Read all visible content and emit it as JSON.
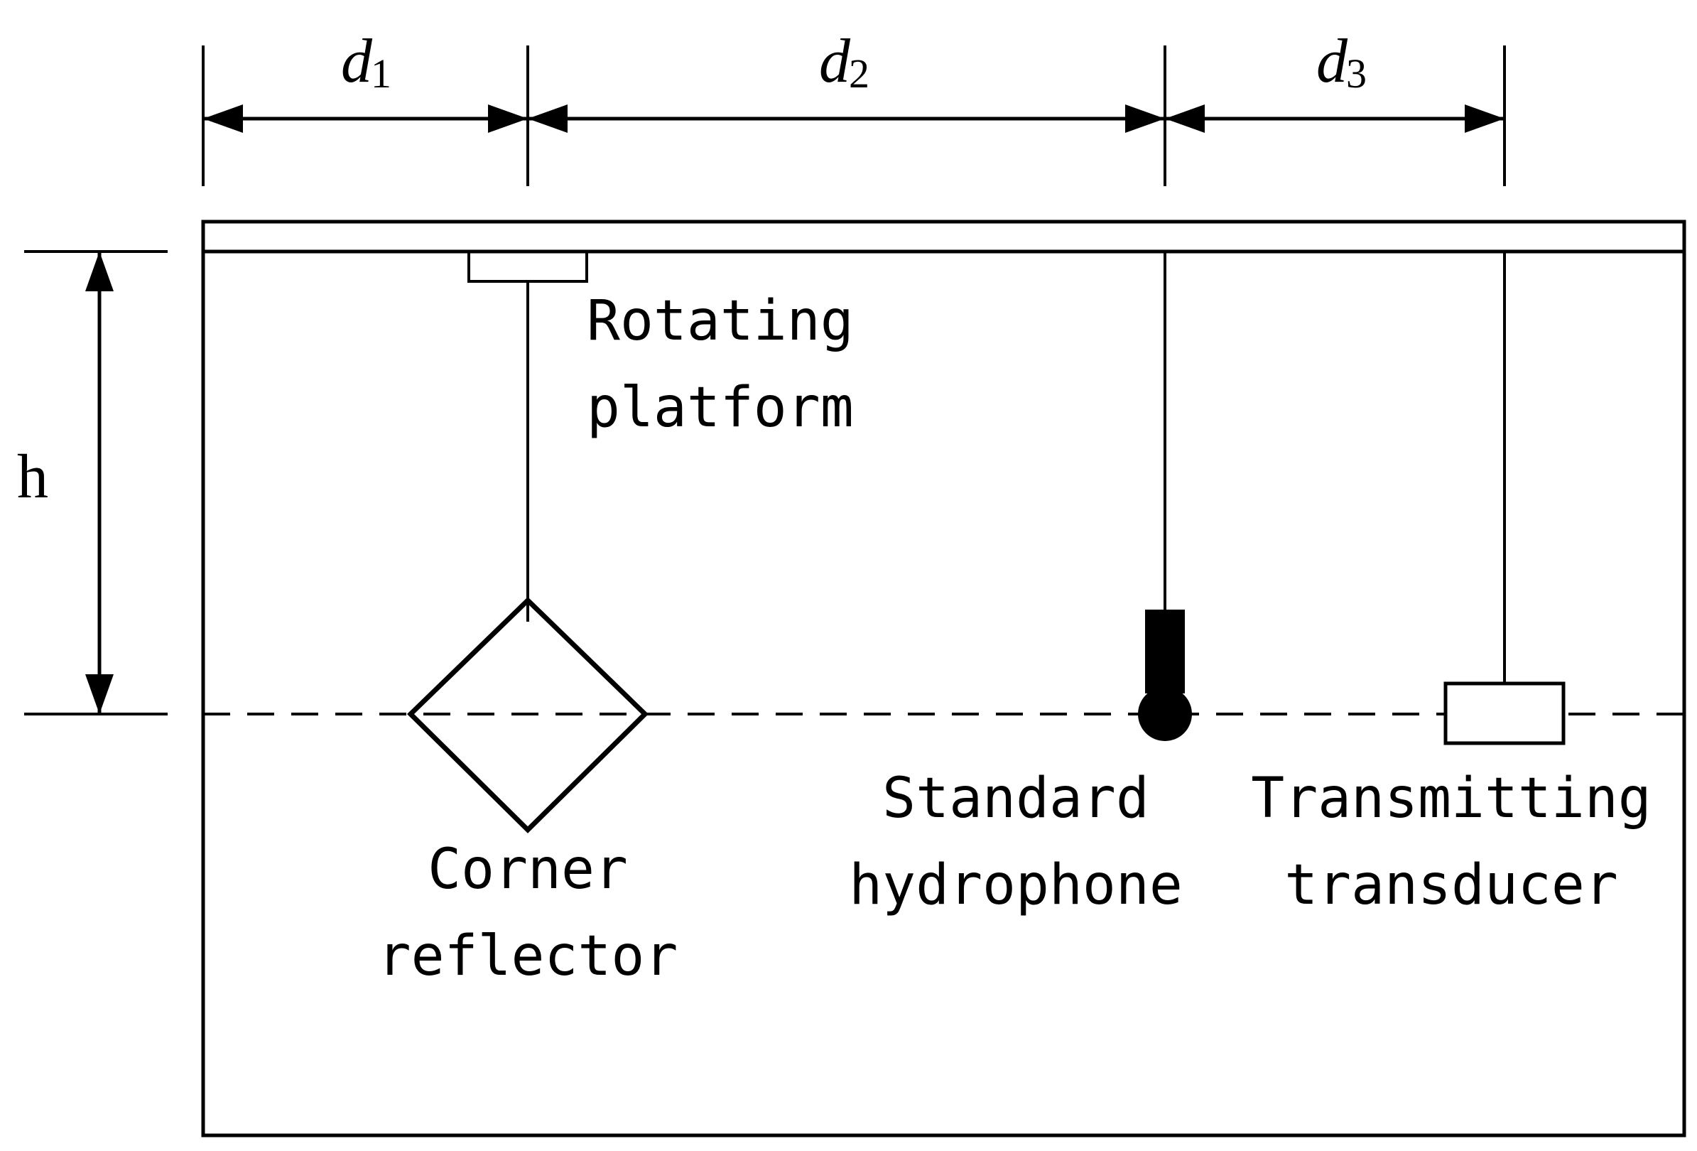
{
  "dimensions": {
    "d1": {
      "letter": "d",
      "sub": "1"
    },
    "d2": {
      "letter": "d",
      "sub": "2"
    },
    "d3": {
      "letter": "d",
      "sub": "3"
    },
    "h": "h"
  },
  "labels": {
    "rotating_platform": [
      "Rotating",
      "platform"
    ],
    "corner_reflector": [
      "Corner",
      "reflector"
    ],
    "standard_hydrophone": [
      "Standard",
      "hydrophone"
    ],
    "transmitting_transducer": [
      "Transmitting",
      "transducer"
    ]
  }
}
